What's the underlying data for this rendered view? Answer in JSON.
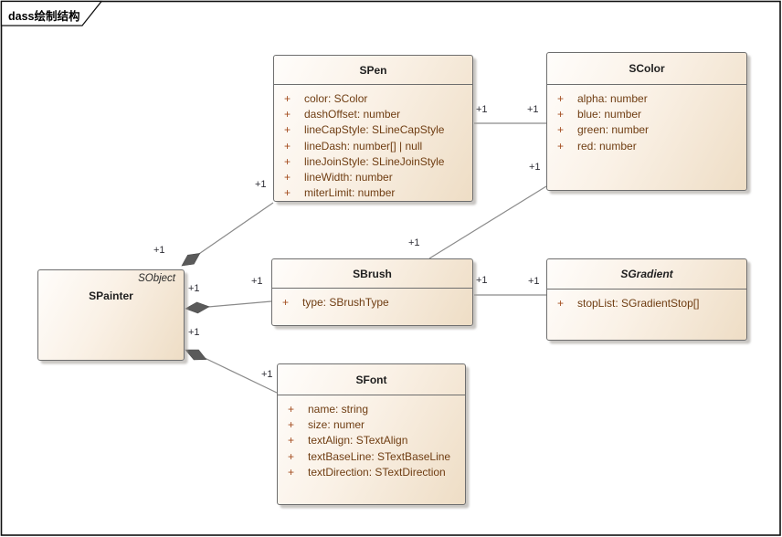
{
  "frame": {
    "title": "dass绘制结构"
  },
  "visibility_symbol": "+",
  "colors": {
    "box_fill_light": "#FFFDFB",
    "box_fill_dark": "#EEDDC5",
    "box_border": "#6E6E6E",
    "box_shadow": "#A5A09B",
    "attribute_text": "#6F3D12",
    "visibility_sign": "#A34B1D",
    "title_text": "#1F1F1F",
    "connector_line": "#8A8A8A",
    "composition_diamond": "#5A5A5A",
    "frame_border": "#000000"
  },
  "classes": {
    "spainter": {
      "name": "SPainter",
      "stereotype": "SObject",
      "attributes": []
    },
    "spen": {
      "name": "SPen",
      "attributes": [
        "color: SColor",
        "dashOffset: number",
        "lineCapStyle: SLineCapStyle",
        "lineDash: number[] | null",
        "lineJoinStyle: SLineJoinStyle",
        "lineWidth: number",
        "miterLimit: number"
      ]
    },
    "scolor": {
      "name": "SColor",
      "attributes": [
        "alpha: number",
        "blue: number",
        "green: number",
        "red: number"
      ]
    },
    "sbrush": {
      "name": "SBrush",
      "attributes": [
        "type: SBrushType"
      ]
    },
    "sgradient": {
      "name": "SGradient",
      "abstract": true,
      "attributes": [
        "stopList: SGradientStop[]"
      ]
    },
    "sfont": {
      "name": "SFont",
      "attributes": [
        "name: string",
        "size: numer",
        "textAlign: STextAlign",
        "textBaseLine: STextBaseLine",
        "textDirection: STextDirection"
      ]
    }
  },
  "connectors": [
    {
      "type": "composition",
      "from": "SPainter",
      "to": "SPen",
      "from_label": "+1",
      "to_label": "+1"
    },
    {
      "type": "composition",
      "from": "SPainter",
      "to": "SBrush",
      "from_label": "+1",
      "to_label": "+1"
    },
    {
      "type": "composition",
      "from": "SPainter",
      "to": "SFont",
      "from_label": "+1",
      "to_label": "+1"
    },
    {
      "type": "association",
      "from": "SPen",
      "to": "SColor",
      "from_label": "+1",
      "to_label": "+1"
    },
    {
      "type": "association",
      "from": "SBrush",
      "to": "SColor",
      "from_label": "+1",
      "to_label": "+1"
    },
    {
      "type": "association",
      "from": "SBrush",
      "to": "SGradient",
      "from_label": "+1",
      "to_label": "+1"
    }
  ]
}
